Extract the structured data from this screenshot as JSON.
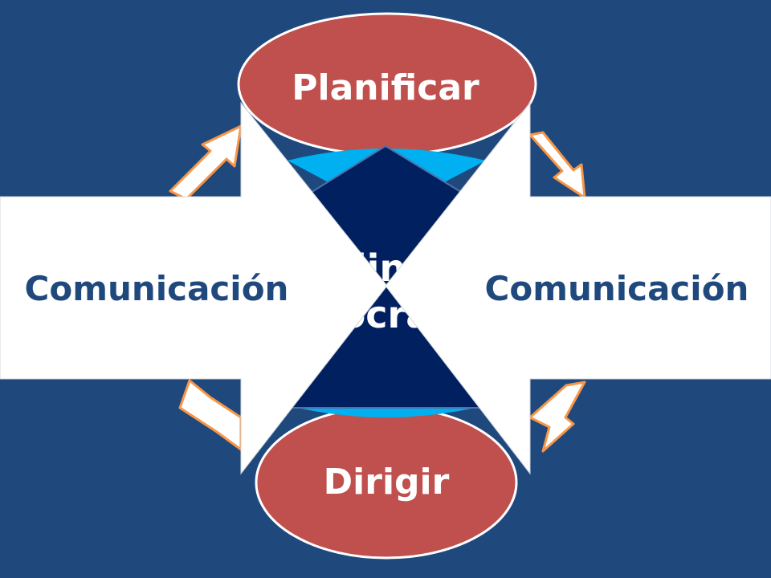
{
  "diagram": {
    "top_ellipse": "Planificar",
    "bottom_ellipse": "Dirigir",
    "left_arrow": "Comunicación",
    "right_arrow": "Comunicación",
    "center_line1": "dina",
    "center_line2": "ocra"
  },
  "colors": {
    "background": "#1F497D",
    "ellipse_fill": "#C0504D",
    "arrow_fill": "#FFFFFF",
    "arrow_text": "#1F497D",
    "cycle_arrow_outline": "#F79646",
    "center_dark": "#002060",
    "center_light": "#00B0F0"
  }
}
